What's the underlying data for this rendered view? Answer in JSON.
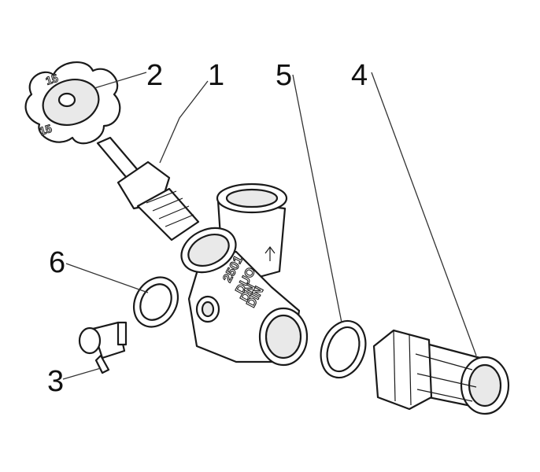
{
  "callouts": [
    {
      "id": "1",
      "label": "1"
    },
    {
      "id": "2",
      "label": "2"
    },
    {
      "id": "3",
      "label": "3"
    },
    {
      "id": "4",
      "label": "4"
    },
    {
      "id": "5",
      "label": "5"
    },
    {
      "id": "6",
      "label": "6"
    }
  ],
  "handwheel_marks": {
    "top": "15",
    "left": "15"
  },
  "body_stamps": {
    "line1": "2501",
    "line2": "DUO",
    "line3": "DN",
    "line4": "DIN"
  }
}
